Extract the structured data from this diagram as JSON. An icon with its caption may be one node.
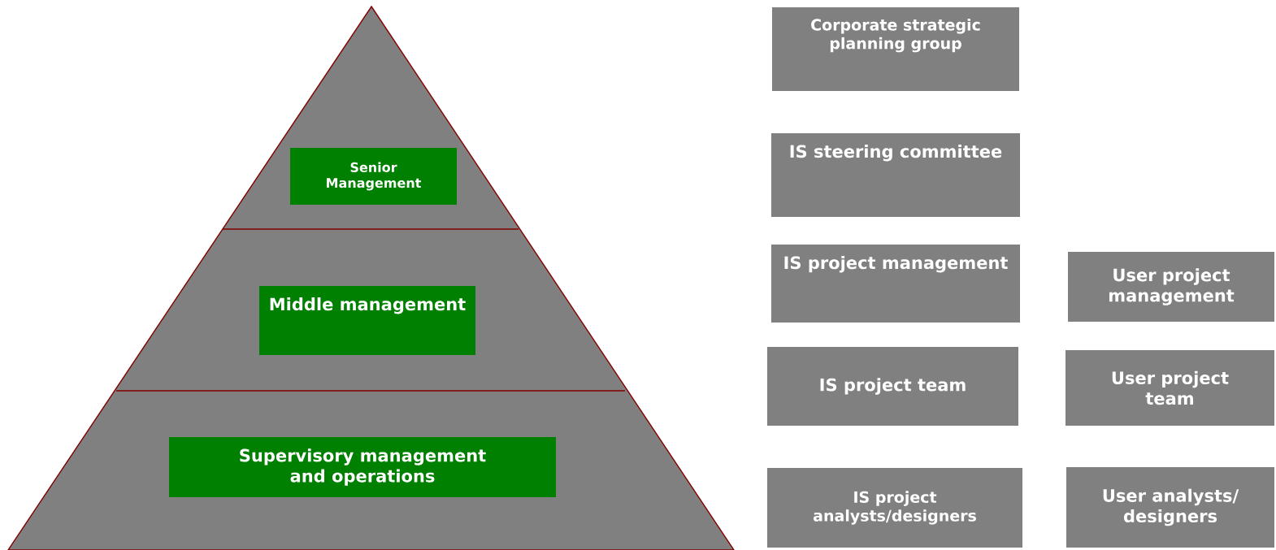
{
  "diagram": {
    "nodes": [
      {
        "text": [
          "Senior Management"
        ]
      },
      {
        "text": [
          "Middle management"
        ]
      },
      {
        "text": [
          "Supervisory management and operations"
        ]
      },
      {
        "text": [
          "Corporate strategic planning group"
        ]
      },
      {
        "text": [
          "IS steering committee"
        ]
      },
      {
        "text": [
          "IS project management"
        ]
      },
      {
        "text": [
          "User project management"
        ]
      },
      {
        "text": [
          "IS project team"
        ]
      },
      {
        "text": [
          "User project team"
        ]
      },
      {
        "text": [
          "IS project analysts/designers"
        ]
      },
      {
        "text": [
          "User analysts/ designers"
        ]
      }
    ]
  }
}
